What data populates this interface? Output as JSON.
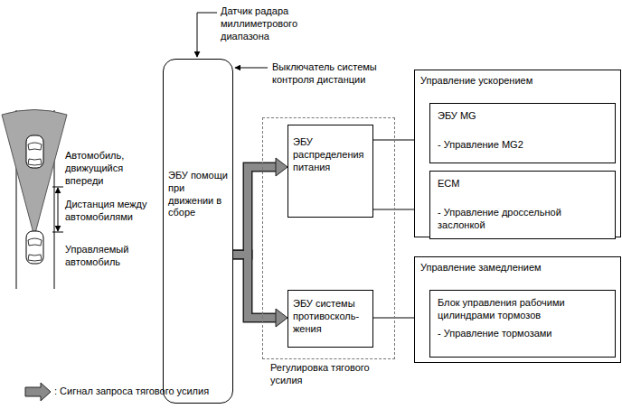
{
  "diagram": {
    "nodes": [
      {
        "text": [
          "ЭБУ помощи при движении в сборе"
        ]
      },
      {
        "text": [
          "Регулировка тягового усилия"
        ]
      },
      {
        "text": [
          "ЭБУ распределения питания"
        ],
        "in": 1
      },
      {
        "text": [
          "ЭБУ системы противосколь- жения"
        ],
        "in": 1
      },
      {
        "text": [
          "Управление ускорением"
        ]
      },
      {
        "text": [
          "ЭБУ MG",
          "- Управление MG2"
        ],
        "in": 4
      },
      {
        "text": [
          "ECM",
          "- Управление дроссельной заслонкой"
        ],
        "in": 4
      },
      {
        "text": [
          "Управление замедлением"
        ]
      },
      {
        "text": [
          "Блок управления рабочими цилиндрами тормозов",
          "- Управление тормозами"
        ],
        "in": 7
      }
    ],
    "edges": [
      {
        "from": 0,
        "to": 2,
        "arrow": "to"
      },
      {
        "from": 0,
        "to": 3,
        "arrow": "to"
      },
      {
        "from": 2,
        "to": 5,
        "arrow": "to"
      },
      {
        "from": 2,
        "to": 6,
        "arrow": "to"
      },
      {
        "from": 3,
        "to": 8,
        "arrow": "to"
      }
    ],
    "labels": [
      "Датчик радара миллиметрового диапазона",
      "Выключатель системы контроля дистанции",
      "Автомобиль, движущийся впереди",
      "Дистанция между автомобилями",
      "Управляемый автомобиль"
    ],
    "legend": [
      {
        "text": ": Сигнал запроса тягового усилия"
      }
    ]
  }
}
